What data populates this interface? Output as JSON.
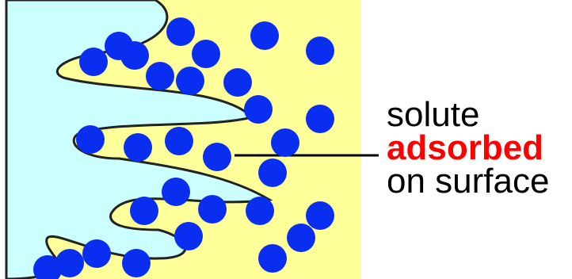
{
  "caption": {
    "line1": "solute",
    "line2": "adsorbed",
    "line3": "on surface",
    "line2_color": "#ff0000"
  },
  "colors": {
    "solution": "#ffff99",
    "solid": "#ccffff",
    "particle": "#0a2ef0",
    "outline": "#222222"
  },
  "particles": {
    "total": 30
  }
}
